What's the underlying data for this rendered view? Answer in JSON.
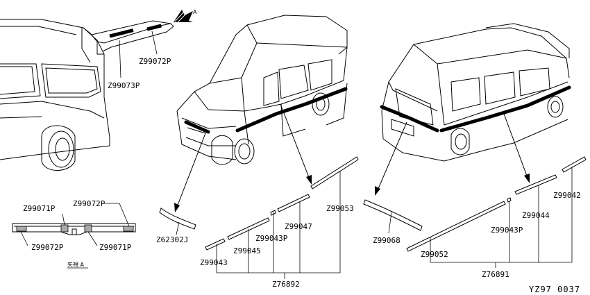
{
  "labels": {
    "view_arrow_letter": "A",
    "z99072p_top": "Z99072P",
    "z99073p": "Z99073P",
    "z99071p_left": "Z99071P",
    "z99072p_right": "Z99072P",
    "z99072p_left": "Z99072P",
    "z99071p_right": "Z99071P",
    "view_a_caption": "矢視 A",
    "z62302j": "Z62302J",
    "z99043_left": "Z99043",
    "z99045": "Z99045",
    "z99043p_left": "Z99043P",
    "z99047": "Z99047",
    "z99053": "Z99053",
    "z76892": "Z76892",
    "z99068": "Z99068",
    "z99052": "Z99052",
    "z99043p_right": "Z99043P",
    "z99044": "Z99044",
    "z99042": "Z99042",
    "z76891": "Z76891",
    "diagram_code": "YZ97 0037"
  }
}
